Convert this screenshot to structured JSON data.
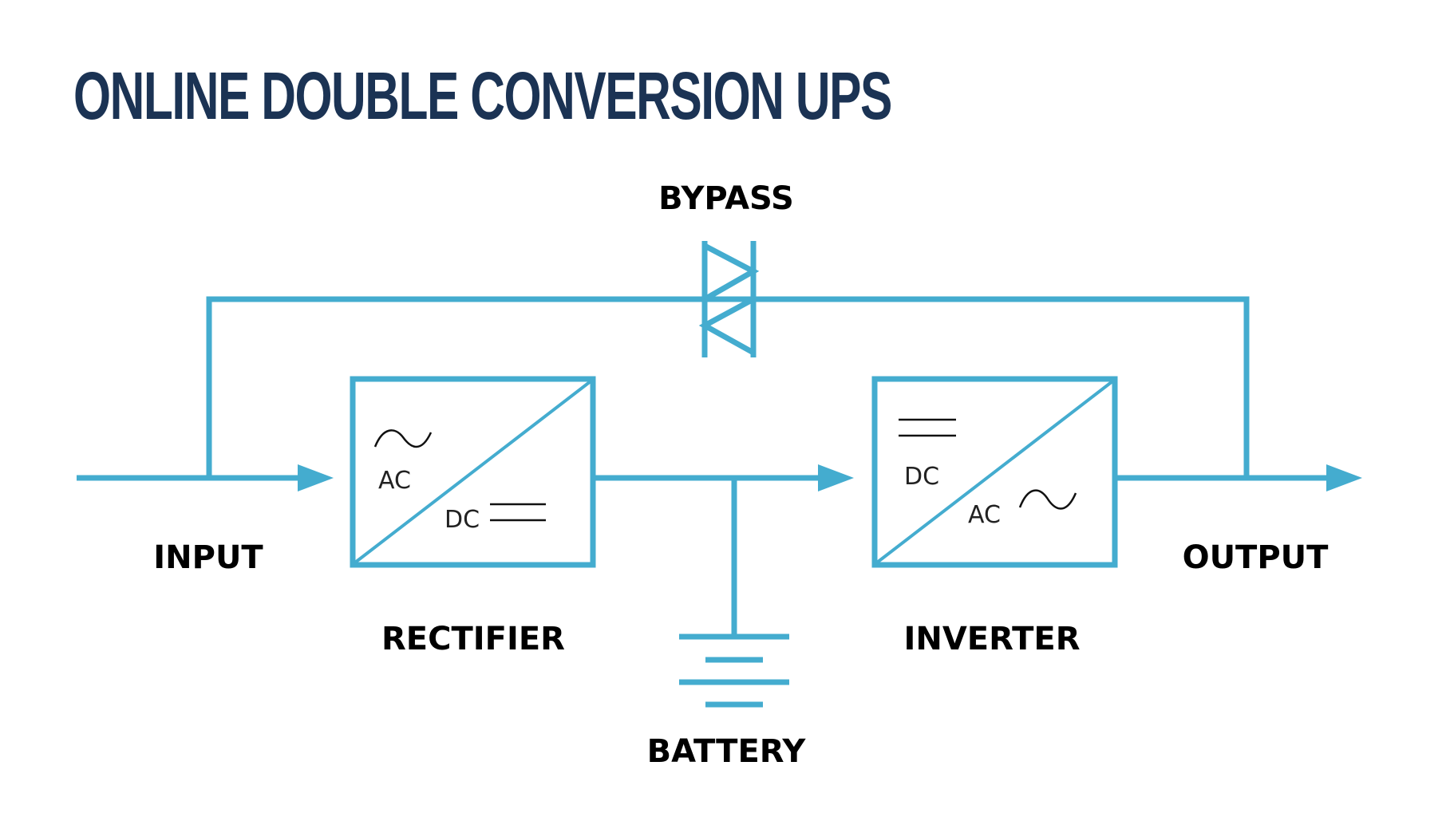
{
  "title": "ONLINE DOUBLE CONVERSION UPS",
  "colors": {
    "line": "#44accf",
    "title": "#1b3354",
    "label": "#000000"
  },
  "labels": {
    "bypass": "BYPASS",
    "input": "INPUT",
    "output": "OUTPUT",
    "rectifier": "RECTIFIER",
    "inverter": "INVERTER",
    "battery": "BATTERY"
  },
  "rectifier": {
    "top_text": "AC",
    "bottom_text": "DC",
    "top_symbol": "sine-wave-icon",
    "bottom_symbol": "dc-lines-icon"
  },
  "inverter": {
    "top_text": "DC",
    "bottom_text": "AC",
    "top_symbol": "dc-lines-icon",
    "bottom_symbol": "sine-wave-icon"
  }
}
